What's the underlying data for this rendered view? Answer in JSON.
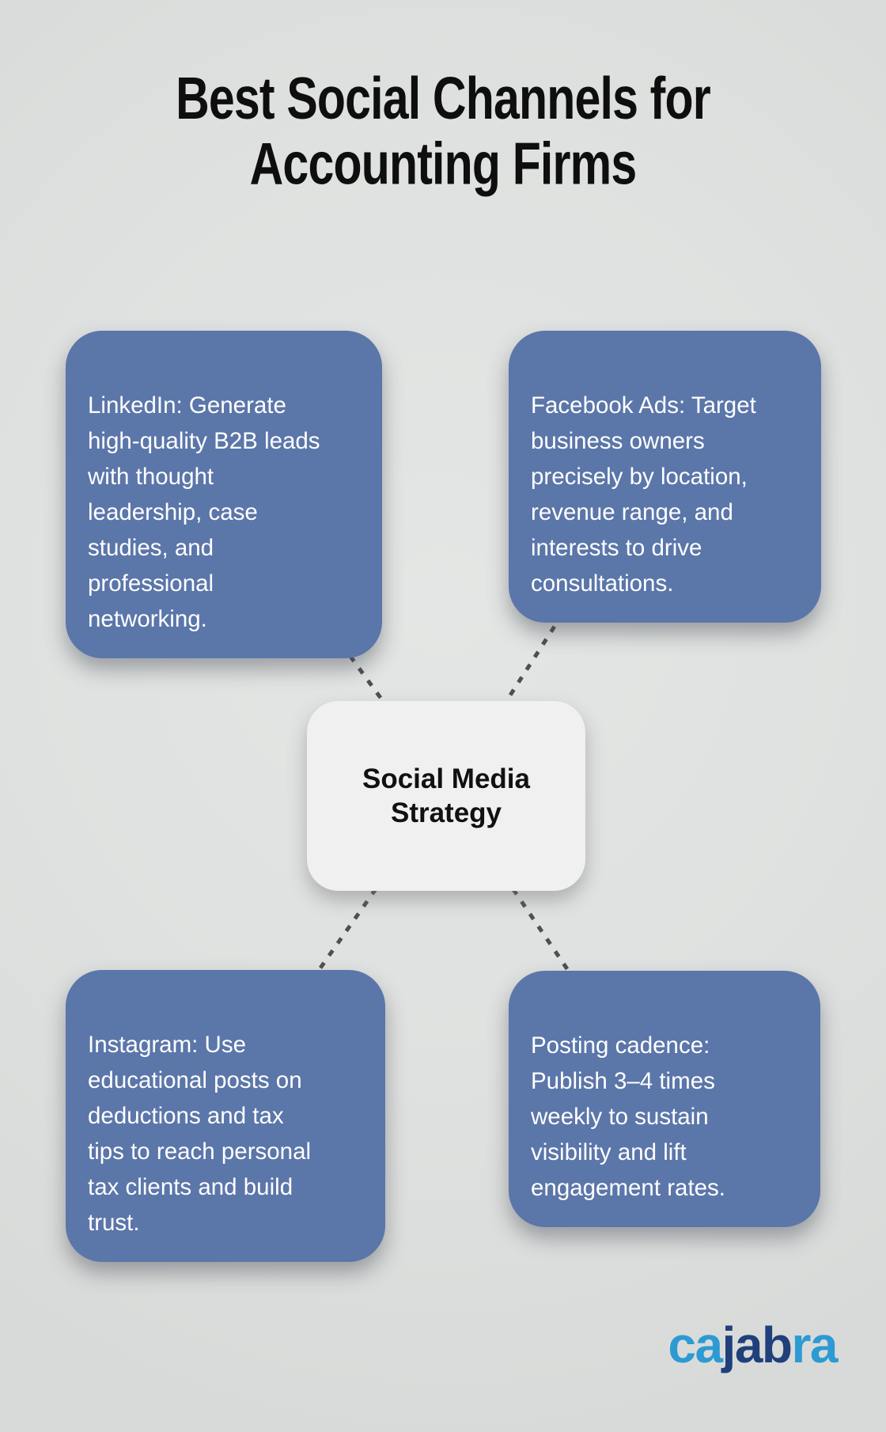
{
  "title": "Best Social Channels for\nAccounting Firms",
  "center": {
    "label": "Social Media\nStrategy"
  },
  "nodes": [
    {
      "id": "linkedin",
      "text": "LinkedIn: Generate\nhigh-quality B2B leads\nwith thought\nleadership, case\nstudies, and\nprofessional\nnetworking."
    },
    {
      "id": "facebook-ads",
      "text": "Facebook Ads: Target\nbusiness owners\nprecisely by location,\nrevenue range, and\ninterests to drive\nconsultations."
    },
    {
      "id": "instagram",
      "text": "Instagram: Use\neducational posts on\ndeductions and tax\ntips to reach personal\ntax clients and build\ntrust."
    },
    {
      "id": "posting-cadence",
      "text": "Posting cadence:\nPublish 3–4 times\nweekly to sustain\nvisibility and lift\nengagement rates."
    }
  ],
  "logo": {
    "part1": "ca",
    "part2": "jab",
    "part3": "ra"
  },
  "colors": {
    "background": "#dfe1e0",
    "node_fill": "#5b76a9",
    "node_text": "#ffffff",
    "center_fill": "#f0f0f1",
    "center_text": "#111111",
    "connector": "#4f4f4f",
    "title_text": "#0e0e0e",
    "logo_light_blue": "#2d9ad3",
    "logo_dark_blue": "#20407b"
  }
}
